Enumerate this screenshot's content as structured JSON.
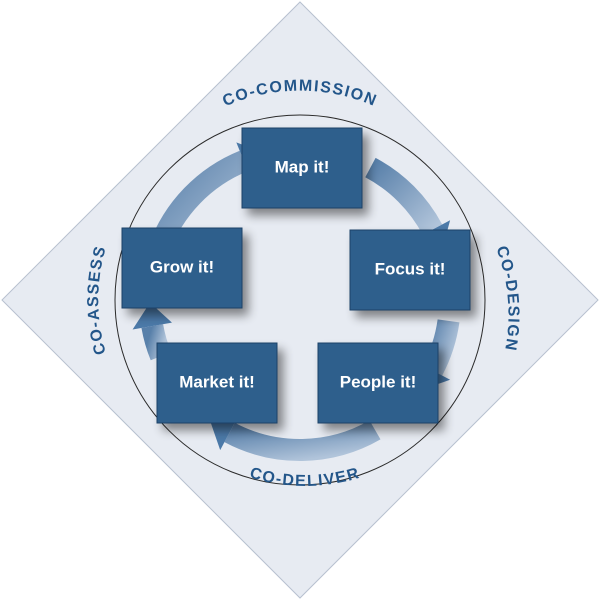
{
  "colors": {
    "diamond_fill": "#e7ebf2",
    "diamond_stroke": "#b7c1cf",
    "box_fill": "#2f5f8c",
    "box_stroke": "#1e4267",
    "arrow": "#4b79a8",
    "arc_text": "#23568a",
    "circle": "#2a2a2a"
  },
  "stages": {
    "map": "Map it!",
    "focus": "Focus it!",
    "people": "People it!",
    "market": "Market it!",
    "grow": "Grow it!"
  },
  "arc_labels": {
    "top": "CO-COMMISSION",
    "right": "CO-DESIGN",
    "bottom": "CO-DELIVER",
    "left": "CO-ASSESS"
  }
}
